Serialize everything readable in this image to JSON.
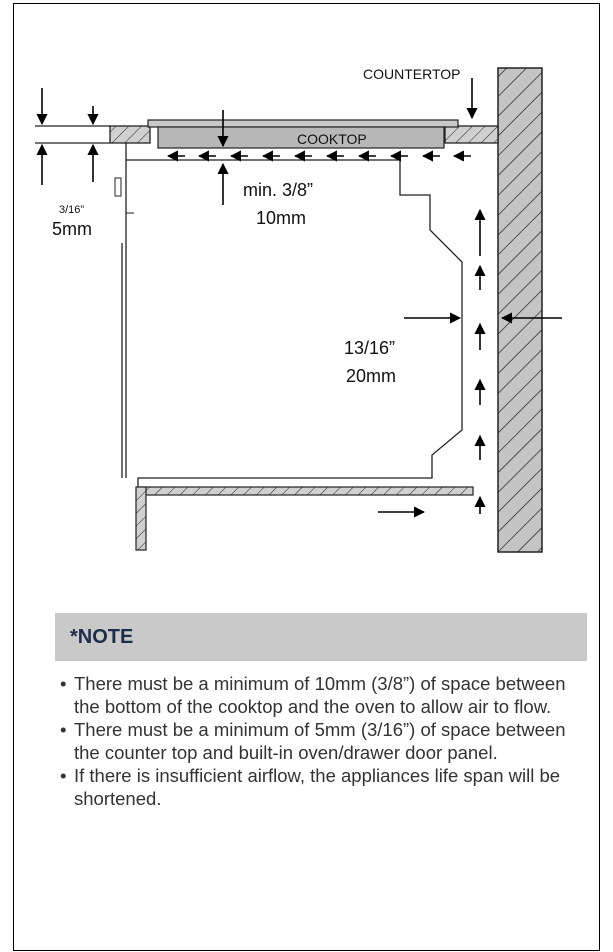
{
  "labels": {
    "countertop": "COUNTERTOP",
    "cooktop": "COOKTOP",
    "gap_top_inch": "min. 3/8”",
    "gap_top_mm": "10mm",
    "gap_side_inch": "3/16”",
    "gap_side_mm": "5mm",
    "gap_wall_inch": "13/16”",
    "gap_wall_mm": "20mm"
  },
  "note": {
    "title": "*NOTE",
    "items": [
      "There must be a minimum of 10mm (3/8”) of space between the bottom of the cooktop and the oven to allow air to flow.",
      "There must be a minimum of 5mm (3/16”) of space between the counter top and built-in oven/drawer door panel.",
      "If there is insufficient airflow, the appliances life span will be shortened."
    ]
  },
  "colors": {
    "wall_fill": "#c4c4c4",
    "note_bar": "#c9c9c9",
    "note_title": "#1e2d4a",
    "note_text": "#333333"
  }
}
